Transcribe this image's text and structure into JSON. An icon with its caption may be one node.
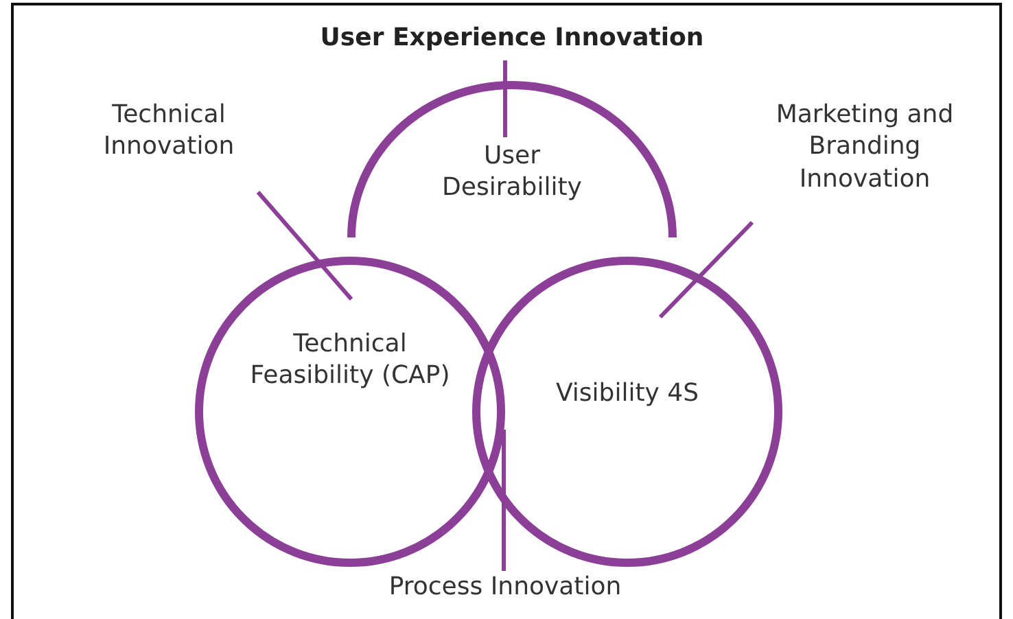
{
  "diagram": {
    "nodes": [
      {
        "text": [
          "User Experience Innovation"
        ]
      },
      {
        "text": [
          "User Desirability"
        ]
      },
      {
        "text": [
          "Technical Feasibility (CAP)"
        ]
      },
      {
        "text": [
          "Visibility 4S"
        ]
      },
      {
        "text": [
          "Technical Innovation"
        ]
      },
      {
        "text": [
          "Marketing and Branding Innovation"
        ]
      },
      {
        "text": [
          "Process Innovation"
        ]
      }
    ],
    "edges": [
      {
        "from": 0,
        "to": 1,
        "arrow": "none"
      },
      {
        "from": 4,
        "to": 2,
        "arrow": "none"
      },
      {
        "from": 5,
        "to": 3,
        "arrow": "none"
      },
      {
        "from": 6,
        "to": 3,
        "arrow": "none"
      }
    ]
  }
}
